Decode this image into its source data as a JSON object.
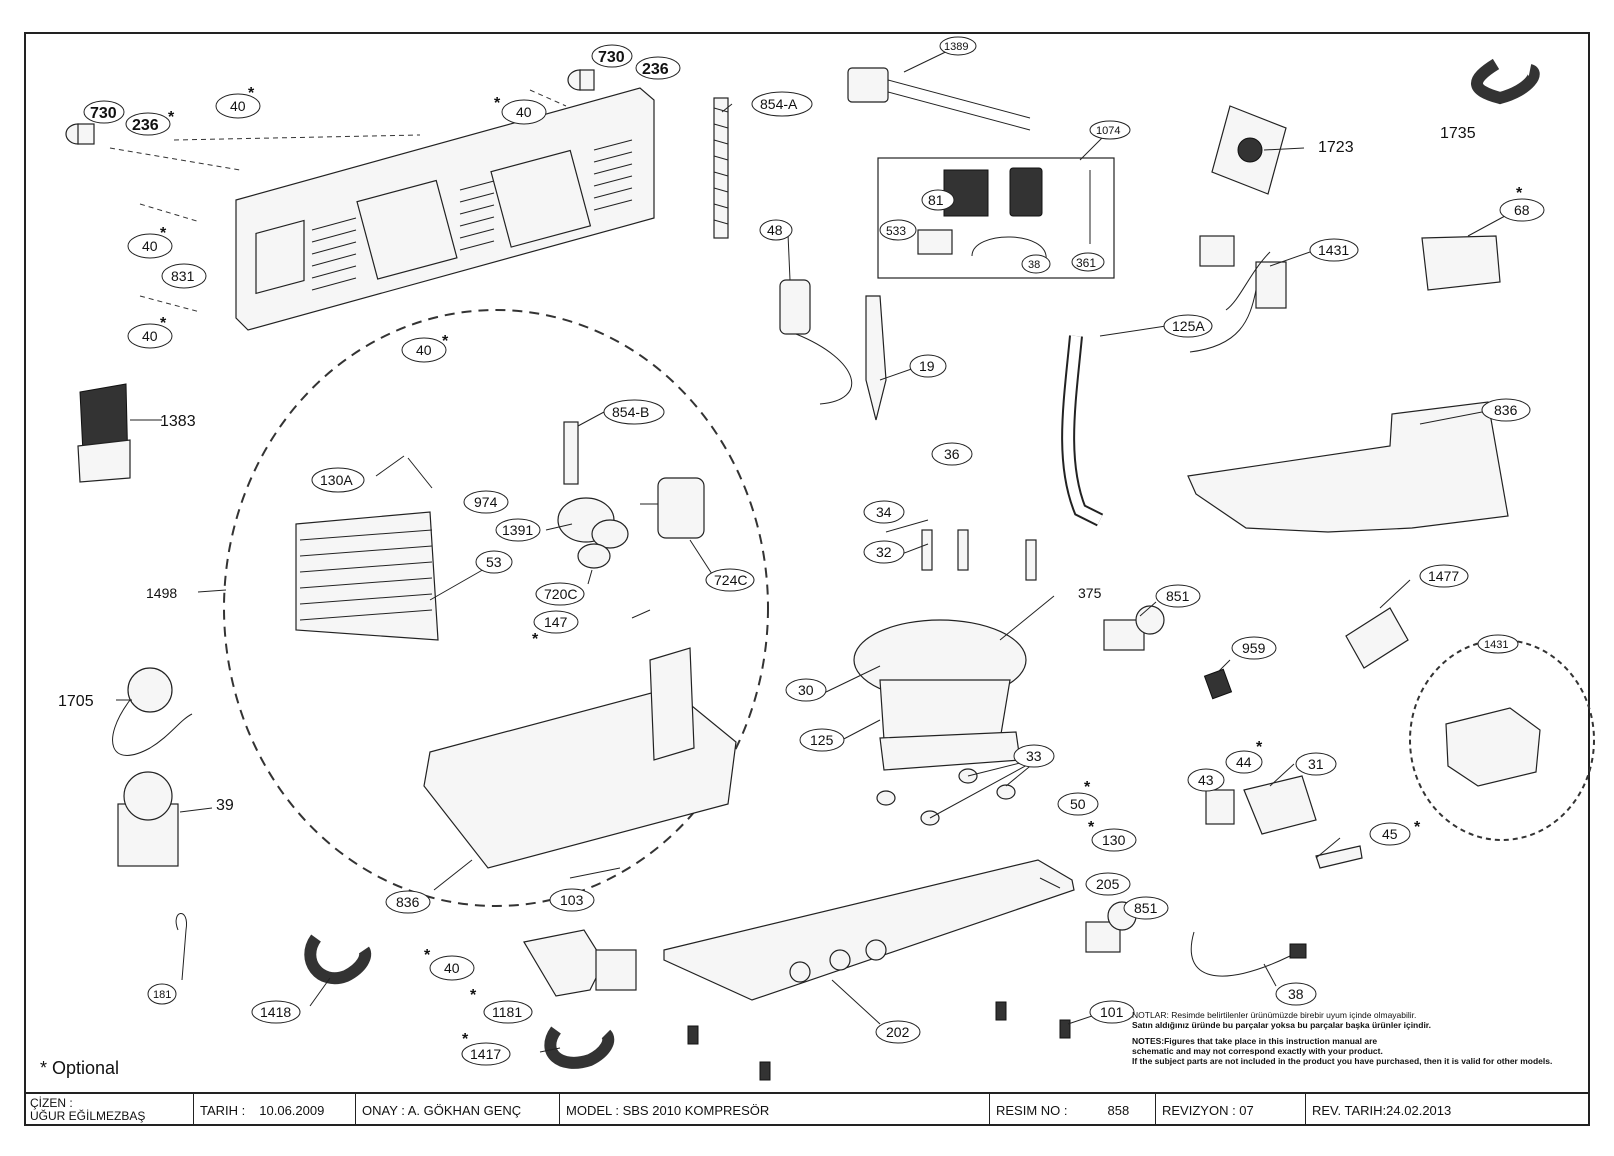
{
  "optional_note": "* Optional",
  "notes": {
    "tr_1": "NOTLAR: Resimde belirtilenler ürünümüzde birebir uyum içinde olmayabilir.",
    "tr_2": "Satın aldığınız üründe bu parçalar yoksa bu parçalar başka ürünler içindir.",
    "en_1": "NOTES:Figures that take place in this instruction manual are",
    "en_2": "schematic and may not correspond exactly with your product.",
    "en_3": "If the subject parts are not included in the product you have purchased, then it is valid for other models."
  },
  "title_block": {
    "drawn_label": "ÇİZEN :",
    "drawn_name": "UĞUR EĞİLMEZBAŞ",
    "date_label": "TARIH :",
    "date_value": "10.06.2009",
    "approval": "ONAY : A. GÖKHAN GENÇ",
    "model": "MODEL : SBS 2010 KOMPRESÖR",
    "drawing_no_label": "RESIM NO :",
    "drawing_no_value": "858",
    "revision": "REVIZYON : 07",
    "revision_date": "REV. TARIH:24.02.2013"
  },
  "star": "*",
  "parts": {
    "p730a": "730",
    "p236a": "236",
    "p730b": "730",
    "p236b": "236",
    "p40a": "40",
    "p40b": "40",
    "p40c": "40",
    "p40d": "40",
    "p40e": "40",
    "p40f": "40",
    "p831": "831",
    "p854A": "854-A",
    "p854B": "854-B",
    "p1389": "1389",
    "p1074": "1074",
    "p81": "81",
    "p533": "533",
    "p38a": "38",
    "p361": "361",
    "p48": "48",
    "p19": "19",
    "p1723": "1723",
    "p1735": "1735",
    "p68": "68",
    "p1431a": "1431",
    "p125A": "125A",
    "p836a": "836",
    "p1383": "1383",
    "p130A": "130A",
    "p974": "974",
    "p1391": "1391",
    "p53": "53",
    "p720C": "720C",
    "p724C": "724C",
    "p147": "147",
    "p1498": "1498",
    "p36": "36",
    "p34": "34",
    "p32": "32",
    "p375": "375",
    "p30": "30",
    "p125": "125",
    "p33": "33",
    "p851a": "851",
    "p1477": "1477",
    "p959": "959",
    "p1431b": "1431",
    "p1705": "1705",
    "p39": "39",
    "p44": "44",
    "p43": "43",
    "p31": "31",
    "p50": "50",
    "p130": "130",
    "p45": "45",
    "p205": "205",
    "p851b": "851",
    "p836b": "836",
    "p103": "103",
    "p181": "181",
    "p1418": "1418",
    "p1181": "1181",
    "p1417": "1417",
    "p202": "202",
    "p101": "101",
    "p38b": "38"
  }
}
